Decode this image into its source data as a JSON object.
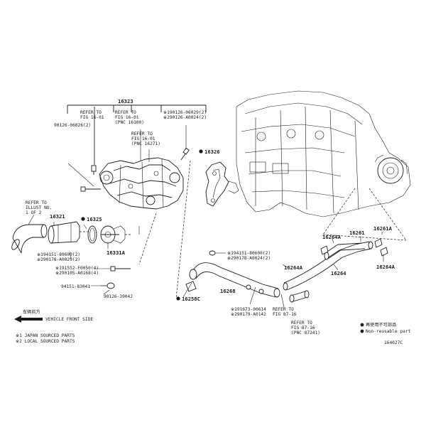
{
  "diagram_title": "",
  "parts": {
    "p16323": "16323",
    "p16326": "16326",
    "p16321": "16321",
    "p16325": "16325",
    "p16331A": "16331A",
    "p16268": "16268",
    "p16258C": "16258C",
    "p16264A_1": "16264A",
    "p16264A_2": "16264A",
    "p16264A_3": "16264A",
    "p16261": "16261",
    "p16261A": "16261A",
    "p16264": "16264"
  },
  "refs": {
    "refer_16_01_a": [
      "REFER TO",
      "FIG 16-01"
    ],
    "refer_16_01_b": [
      "REFER TO",
      "FIG 16-01",
      "(PNC 16100)"
    ],
    "refer_16_01_c": [
      "REFER TO",
      "FIG 16-01",
      "(PNC 16271)"
    ],
    "refer_1_1_left": [
      "REFER TO",
      "ILLUST NO.",
      "1 OF 2"
    ],
    "refer_87_16_a": [
      "REFER TO",
      "FIG 87-16"
    ],
    "refer_87_16_b": [
      "REFER TO",
      "FIG 87-16",
      "(PNC 87241)"
    ]
  },
  "bolts": {
    "b_top_right": [
      "※190126-06029(2)",
      "※290126-A0024(2)"
    ],
    "b_top_left": "90126-06026(2)",
    "b_left_1": [
      "※194151-80600(2)",
      "※290178-A0029(2)"
    ],
    "b_left_2": [
      "※191552-F0050(4)",
      "※290105-A0168(4)"
    ],
    "b_left_3": "94151-83041",
    "b_left_4": "90126-3904J",
    "b_mid_1": [
      "※194151-80600(2)",
      "※290178-A0024(2)"
    ],
    "b_mid_2": [
      "※191673-00614",
      "※290179-A0142"
    ]
  },
  "footer": {
    "vehicle_front_cn": "车辆前方",
    "vehicle_front": "VEHICLE FRONT SIDE",
    "legend_1": "※1 JAPAN SOURCED PARTS",
    "legend_2": "※2 LOCAL SOURCED PARTS",
    "marker_1_label": "再使用不可部品",
    "marker_2_label": "Non-reusable part",
    "figure_code": "164027C"
  }
}
